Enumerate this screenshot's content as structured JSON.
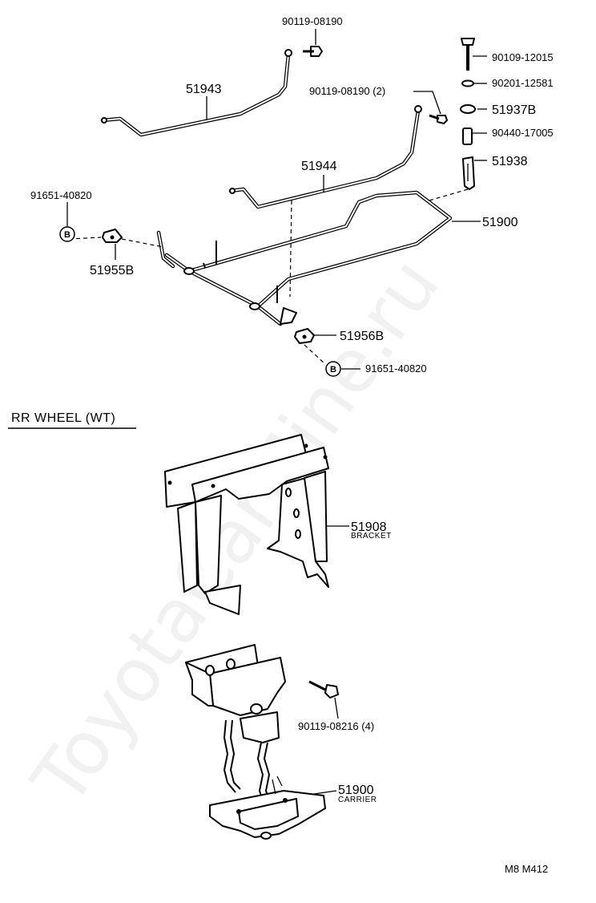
{
  "parts": {
    "p_90119_08190_a": "90119-08190",
    "p_90109_12015": "90109-12015",
    "p_51943": "51943",
    "p_90201_12581": "90201-12581",
    "p_90119_08190_2": "90119-08190 (2)",
    "p_51937b": "51937B",
    "p_90440_17005": "90440-17005",
    "p_51944": "51944",
    "p_51938": "51938",
    "p_91651_40820_a": "91651-40820",
    "p_51900_top": "51900",
    "p_51955b": "51955B",
    "p_51956b": "51956B",
    "p_91651_40820_b": "91651-40820",
    "p_51908": "51908",
    "p_51908_name": "BRACKET",
    "p_90119_08216": "90119-08216 (4)",
    "p_51900_bottom": "51900",
    "p_51900_name": "CARRIER"
  },
  "bolt_marker": "B",
  "section_title": "RR  WHEEL (WT)",
  "page_code": "M8  M412",
  "watermark": "ToyotaCarMine.ru"
}
